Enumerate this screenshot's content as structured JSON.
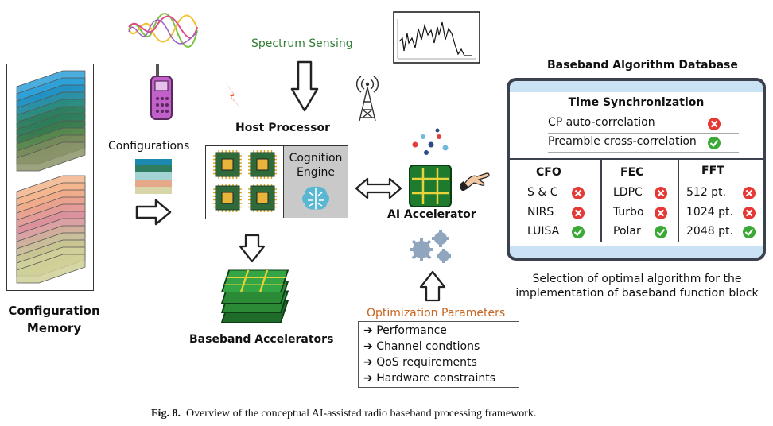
{
  "config_memory": {
    "title_line1": "Configuration",
    "title_line2": "Memory"
  },
  "configurations_label": "Configurations",
  "spectrum_sensing": "Spectrum Sensing",
  "host_processor": {
    "title": "Host Processor",
    "cognition_line1": "Cognition",
    "cognition_line2": "Engine"
  },
  "ai_accelerator": "AI Accelerator",
  "baseband_accelerators": "Baseband Accelerators",
  "optimization": {
    "title": "Optimization Parameters",
    "items": [
      "Performance",
      "Channel condtions",
      "QoS requirements",
      "Hardware constraints"
    ]
  },
  "database": {
    "title": "Baseband Algorithm Database",
    "time_sync": {
      "title": "Time Synchronization",
      "rows": [
        {
          "label": "CP auto-correlation",
          "ok": false
        },
        {
          "label": "Preamble cross-correlation",
          "ok": true
        }
      ]
    },
    "columns": [
      {
        "title": "CFO",
        "rows": [
          {
            "label": "S & C",
            "ok": false
          },
          {
            "label": "NIRS",
            "ok": false
          },
          {
            "label": "LUISA",
            "ok": true
          }
        ]
      },
      {
        "title": "FEC",
        "rows": [
          {
            "label": "LDPC",
            "ok": false
          },
          {
            "label": "Turbo",
            "ok": false
          },
          {
            "label": "Polar",
            "ok": true
          }
        ]
      },
      {
        "title": "FFT",
        "rows": [
          {
            "label": "512 pt.",
            "ok": false
          },
          {
            "label": "1024 pt.",
            "ok": false
          },
          {
            "label": "2048 pt.",
            "ok": true
          }
        ]
      }
    ],
    "caption_line1": "Selection of optimal algorithm for the",
    "caption_line2": "implementation of baseband function block"
  },
  "figure_caption": {
    "label": "Fig. 8.",
    "text": "Overview of the conceptual AI-assisted radio baseband processing framework."
  },
  "colors": {
    "check": "#3aa935",
    "cross": "#e53935",
    "db_border": "#3c4150",
    "db_band": "#c9e3f5",
    "opt_title": "#c8641e",
    "spectrum_text": "#2e7d32"
  }
}
